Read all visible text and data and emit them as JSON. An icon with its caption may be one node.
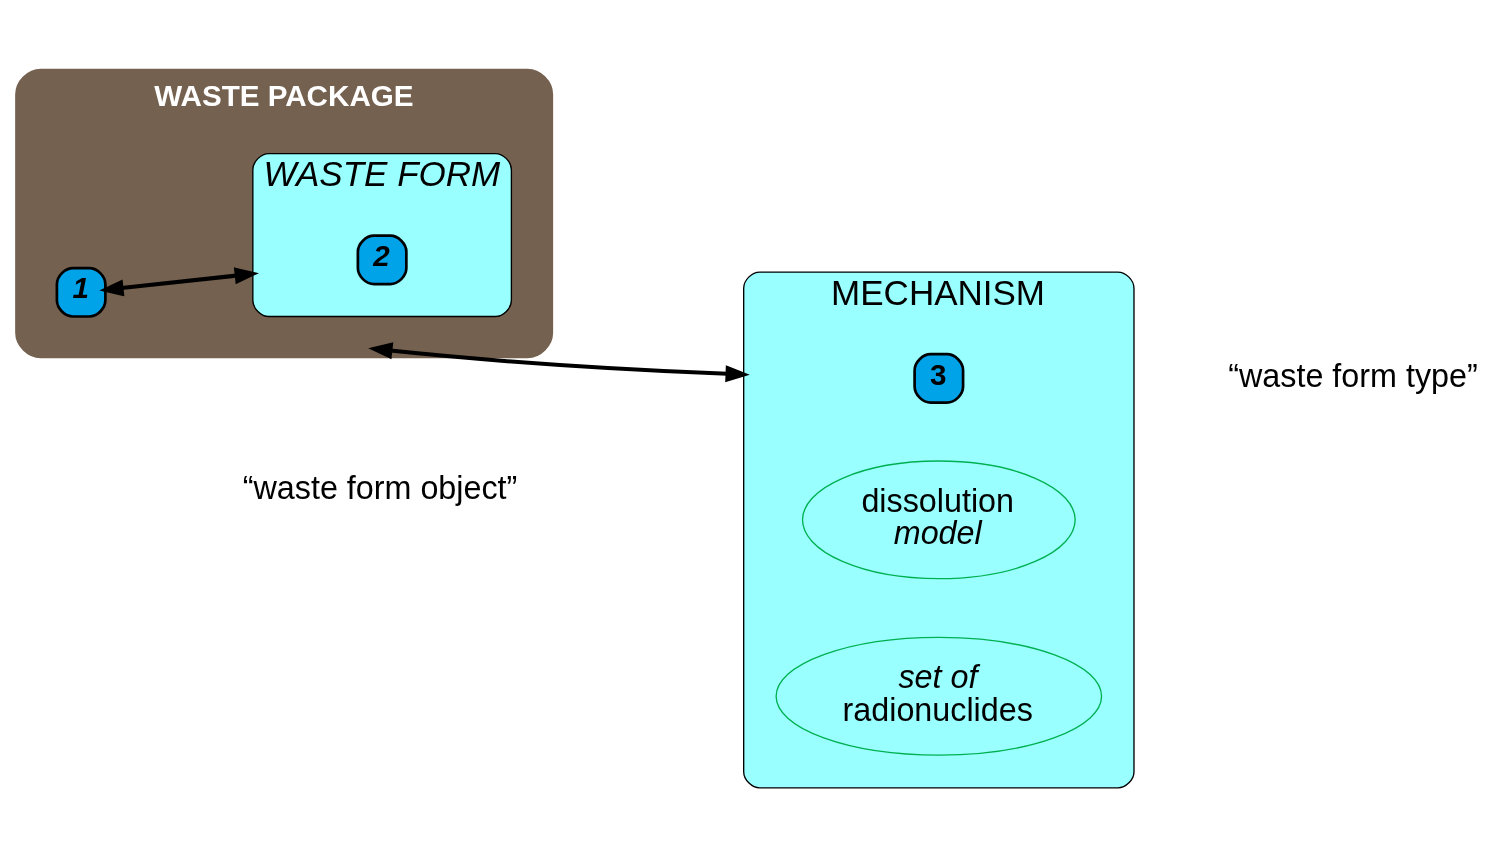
{
  "diagram": {
    "nodes": [
      {
        "text": [
          "WASTE PACKAGE"
        ]
      },
      {
        "text": [
          "1"
        ],
        "in": 0
      },
      {
        "text": [
          "WASTE FORM"
        ],
        "in": 0
      },
      {
        "text": [
          "2"
        ],
        "in": 2
      },
      {
        "text": [
          "MECHANISM"
        ]
      },
      {
        "text": [
          "3"
        ],
        "in": 4
      },
      {
        "text": [
          "dissolution *model*"
        ],
        "in": 4
      },
      {
        "text": [
          "*set of* radionuclides"
        ],
        "in": 4
      }
    ],
    "edges": [
      {
        "from": 0,
        "to": 2,
        "arrow": "both"
      },
      {
        "from": 0,
        "to": 4,
        "arrow": "both"
      }
    ],
    "labels": [
      "“waste form object”",
      "“waste form type”"
    ]
  }
}
